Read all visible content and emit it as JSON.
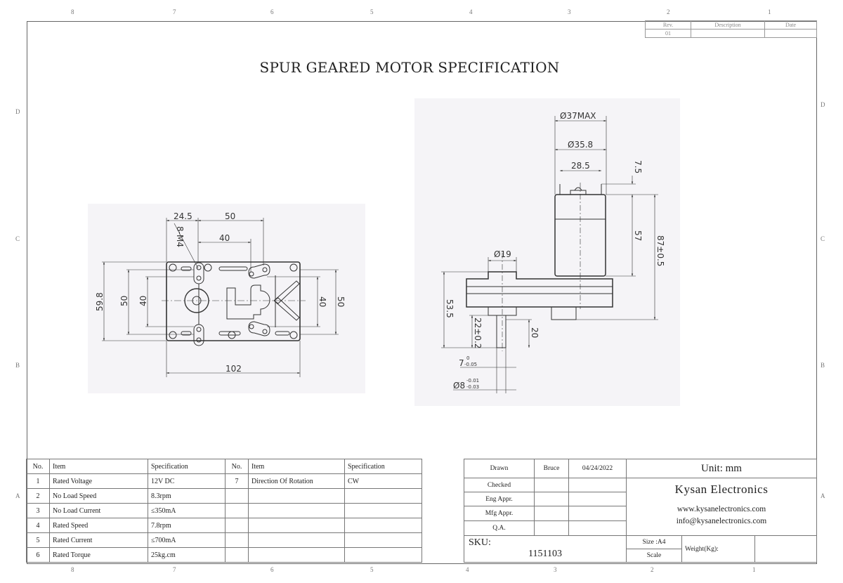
{
  "zones_top": [
    "8",
    "7",
    "6",
    "5",
    "4",
    "3",
    "2",
    "1"
  ],
  "zones_side": [
    "D",
    "C",
    "B",
    "A"
  ],
  "revision_table": {
    "headers": [
      "Rev.",
      "Description",
      "Date"
    ],
    "rows": [
      [
        "01",
        "",
        ""
      ]
    ]
  },
  "title": "SPUR GEARED MOTOR SPECIFICATION",
  "front_view_dims": {
    "d1": "24.5",
    "d2": "50",
    "d3": "40",
    "thread": "8-M4",
    "h1": "59.8",
    "h2": "50",
    "h3": "40",
    "h4": "40",
    "h5": "50",
    "width": "102"
  },
  "side_view_dims": {
    "od_max": "Ø37MAX",
    "od": "Ø35.8",
    "terminal": "28.5",
    "t_height": "7.5",
    "motor_len": "57",
    "total": "87±0.5",
    "boss": "Ø19",
    "overall": "53.5",
    "shaft_len": "22±0.2",
    "flat_len": "20",
    "flat": "7",
    "flat_tol_up": "0",
    "flat_tol_low": "-0.05",
    "shaft_d": "Ø8",
    "shaft_tol_up": "-0.01",
    "shaft_tol_low": "-0.03"
  },
  "spec_table": {
    "headers": [
      "No.",
      "Item",
      "Specification",
      "No.",
      "Item",
      "Specification"
    ],
    "rows": [
      [
        "1",
        "Rated Voltage",
        "12V DC",
        "7",
        "Direction Of Rotation",
        "CW"
      ],
      [
        "2",
        "No Load Speed",
        "8.3rpm",
        "",
        "",
        ""
      ],
      [
        "3",
        "No Load Current",
        "≤350mA",
        "",
        "",
        ""
      ],
      [
        "4",
        "Rated Speed",
        "7.8rpm",
        "",
        "",
        ""
      ],
      [
        "5",
        "Rated Current",
        "≤700mA",
        "",
        "",
        ""
      ],
      [
        "6",
        "Rated Torque",
        "25kg.cm",
        "",
        "",
        ""
      ]
    ]
  },
  "title_block": {
    "drawn_label": "Drawn",
    "drawn_by": "Bruce",
    "drawn_date": "04/24/2022",
    "checked": "Checked",
    "eng": "Eng Appr.",
    "mfg": "Mfg Appr.",
    "qa": "Q.A.",
    "unit": "Unit: mm",
    "company": "Kysan Electronics",
    "website": "www.kysanelectronics.com",
    "email": "info@kysanelectronics.com",
    "sku_label": "SKU:",
    "sku": "1151103",
    "size": "Size :A4",
    "scale": "Scale",
    "weight": "Weight(Kg):"
  }
}
